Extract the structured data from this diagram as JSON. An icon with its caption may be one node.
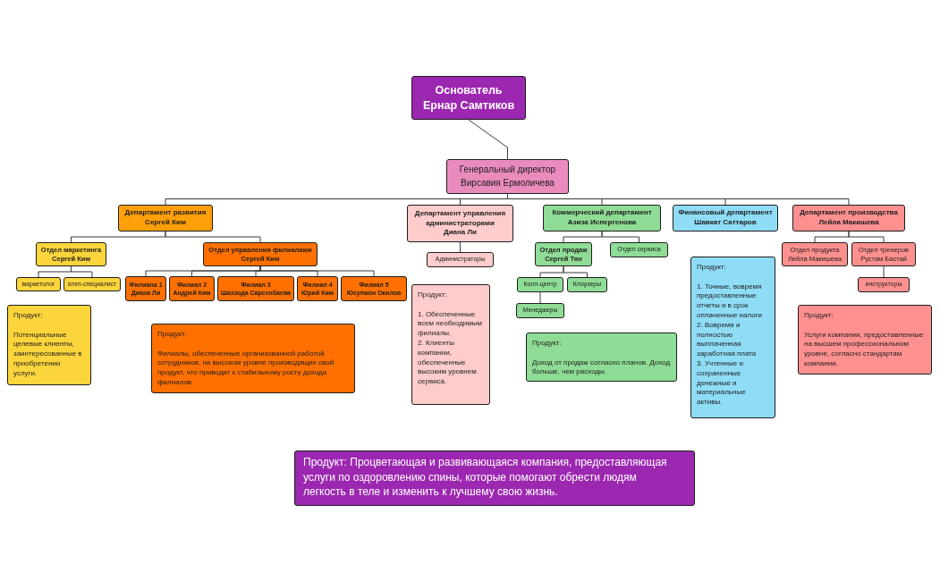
{
  "diagram": {
    "nodes": [
      {
        "text": [
          "Основатель",
          "Ернар Самтиков"
        ]
      },
      {
        "text": [
          "Генеральный директор",
          "Вирсавия Ермоличева"
        ]
      },
      {
        "text": [
          "Департамент развития",
          "Сергей Ким"
        ]
      },
      {
        "text": [
          "Департамент управления администраторами",
          "Диана Ли"
        ]
      },
      {
        "text": [
          "Коммерческий департамент",
          "Азиза Испергенова"
        ]
      },
      {
        "text": [
          "Финансовый департамент",
          "Шавкат Саттаров"
        ]
      },
      {
        "text": [
          "Департамент производства",
          "Лейла Макишева"
        ]
      },
      {
        "text": [
          "Отдел маркетинга",
          "Сергей Ким"
        ]
      },
      {
        "text": [
          "Отдел управления филиалами",
          "Сергей Ким"
        ]
      },
      {
        "text": [
          "маркетолог"
        ]
      },
      {
        "text": [
          "smm-специалист"
        ]
      },
      {
        "text": [
          "Филиала 1",
          "Диана Ли"
        ]
      },
      {
        "text": [
          "Филиал 2",
          "Андрей Ким"
        ]
      },
      {
        "text": [
          "Филиал 3",
          "Шахзода Сарсенбаева"
        ]
      },
      {
        "text": [
          "Филиал 4",
          "Юрий Ким"
        ]
      },
      {
        "text": [
          "Филиал 5",
          "Юсупжон Окилов"
        ]
      },
      {
        "text": [
          "Продукт:",
          "Потенциальные целевые клиенты, заинтересованные в приобретении услуги."
        ]
      },
      {
        "text": [
          "Продукт:",
          "Филиалы, обеспеченные организованной работой сотрудников, на высоком уровне производящих свой продукт, что приводит к стабильному росту дохода филиалов."
        ]
      },
      {
        "text": [
          "Администраторы"
        ]
      },
      {
        "text": [
          "Продукт:",
          "1. Обеспеченные всем необходимым филиалы.",
          "2. Клиенты компании, обеспеченные высоким уровнем сервиса."
        ]
      },
      {
        "text": [
          "Отдел продаж",
          "Сергей Тян"
        ]
      },
      {
        "text": [
          "Отдел сервиса"
        ]
      },
      {
        "text": [
          "Колл-центр"
        ]
      },
      {
        "text": [
          "Клоузеры"
        ]
      },
      {
        "text": [
          "Менеджеры"
        ]
      },
      {
        "text": [
          "Продукт:",
          "Доход от продаж согласно планов. Доход больше, чем расходы."
        ]
      },
      {
        "text": [
          "Продукт:",
          "1. Точные, вовремя предоставленные отчеты и в срок оплаченные налоги",
          "2. Вовремя и полностью выплаченная заработная плата",
          "3. Учтенные и сохраненные денежные и материальные активы."
        ]
      },
      {
        "text": [
          "Отдел продукта",
          "Лейла Макишева"
        ]
      },
      {
        "text": [
          "Отдел тренеров",
          "Рустам Бастай"
        ]
      },
      {
        "text": [
          "инструкторы"
        ]
      },
      {
        "text": [
          "Продукт:",
          "Услуги компании, предоставленные на высшем профессиональном уровне, согласно стандартам компании."
        ]
      },
      {
        "text": [
          "Продукт: Процветающая и развивающаяся компания, предоставляющая услуги по оздоровлению спины, которые помогают обрести людям легкость в теле и изменить к лучшему свою жизнь."
        ]
      }
    ],
    "edges": [
      {
        "from": 0,
        "to": 1,
        "arrow": "none"
      },
      {
        "from": 1,
        "to": 2,
        "arrow": "none"
      },
      {
        "from": 1,
        "to": 3,
        "arrow": "none"
      },
      {
        "from": 1,
        "to": 4,
        "arrow": "none"
      },
      {
        "from": 1,
        "to": 5,
        "arrow": "none"
      },
      {
        "from": 1,
        "to": 6,
        "arrow": "none"
      },
      {
        "from": 2,
        "to": 7,
        "arrow": "none"
      },
      {
        "from": 2,
        "to": 8,
        "arrow": "none"
      },
      {
        "from": 7,
        "to": 9,
        "arrow": "none"
      },
      {
        "from": 7,
        "to": 10,
        "arrow": "none"
      },
      {
        "from": 8,
        "to": 11,
        "arrow": "none"
      },
      {
        "from": 8,
        "to": 12,
        "arrow": "none"
      },
      {
        "from": 8,
        "to": 13,
        "arrow": "none"
      },
      {
        "from": 8,
        "to": 14,
        "arrow": "none"
      },
      {
        "from": 8,
        "to": 15,
        "arrow": "none"
      },
      {
        "from": 3,
        "to": 18,
        "arrow": "none"
      },
      {
        "from": 4,
        "to": 20,
        "arrow": "none"
      },
      {
        "from": 4,
        "to": 21,
        "arrow": "none"
      },
      {
        "from": 20,
        "to": 22,
        "arrow": "none"
      },
      {
        "from": 20,
        "to": 23,
        "arrow": "none"
      },
      {
        "from": 22,
        "to": 24,
        "arrow": "none"
      },
      {
        "from": 6,
        "to": 27,
        "arrow": "none"
      },
      {
        "from": 6,
        "to": 28,
        "arrow": "none"
      },
      {
        "from": 28,
        "to": 29,
        "arrow": "none"
      }
    ]
  }
}
